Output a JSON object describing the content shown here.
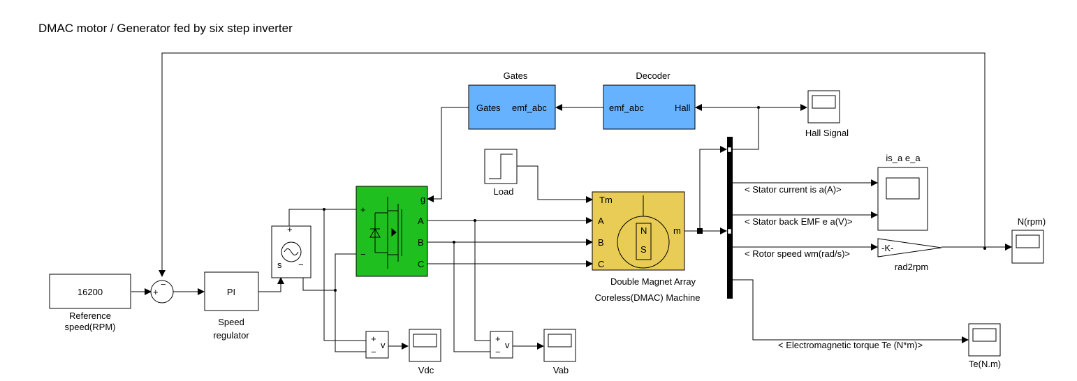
{
  "title": "DMAC motor /   Generator fed by six step inverter",
  "blocks": {
    "reference": {
      "value": "16200",
      "label_line1": "Reference",
      "label_line2": "speed(RPM)"
    },
    "sum": {
      "plus": "+",
      "minus": "−"
    },
    "pi": {
      "value": "PI",
      "label_line1": "Speed",
      "label_line2": "regulator"
    },
    "dc_source": {
      "plus": "+",
      "minus": "−",
      "s": "s"
    },
    "inverter": {
      "port_g": "g",
      "port_plus": "+",
      "port_minus": "−",
      "port_a": "A",
      "port_b": "B",
      "port_c": "C",
      "colors": {
        "fill": "#1fbf1f"
      }
    },
    "gates": {
      "title": "Gates",
      "in": "Gates",
      "out": "emf_abc",
      "colors": {
        "fill": "#66b2ff"
      }
    },
    "decoder": {
      "title": "Decoder",
      "in": "emf_abc",
      "out": "Hall",
      "colors": {
        "fill": "#66b2ff"
      }
    },
    "load": {
      "label": "Load"
    },
    "machine": {
      "port_tm": "Tm",
      "port_a": "A",
      "port_b": "B",
      "port_c": "C",
      "port_m": "m",
      "n": "N",
      "s": "S",
      "label_line1": "Double Magnet Array",
      "label_line2": "Coreless(DMAC) Machine",
      "colors": {
        "fill": "#e8cc55"
      }
    },
    "hall_scope": {
      "label": "Hall Signal"
    },
    "isa_scope": {
      "label": "is_a e_a"
    },
    "nrpm_scope": {
      "label": "N(rpm)"
    },
    "te_scope": {
      "label": "Te(N.m)"
    },
    "vdc_meas": {
      "plus": "+",
      "minus": "−",
      "v": "v"
    },
    "vdc_scope": {
      "label": "Vdc"
    },
    "vab_meas": {
      "plus": "+",
      "minus": "−",
      "v": "v"
    },
    "vab_scope": {
      "label": "Vab"
    },
    "gain": {
      "value": "-K-",
      "label": "rad2rpm"
    }
  },
  "signals": {
    "stator_current": "< Stator current is a(A)>",
    "back_emf": "< Stator back EMF e a(V)>",
    "rotor_speed": "< Rotor speed wm(rad/s)>",
    "torque": "<  Electromagnetic torque Te (N*m)>"
  }
}
